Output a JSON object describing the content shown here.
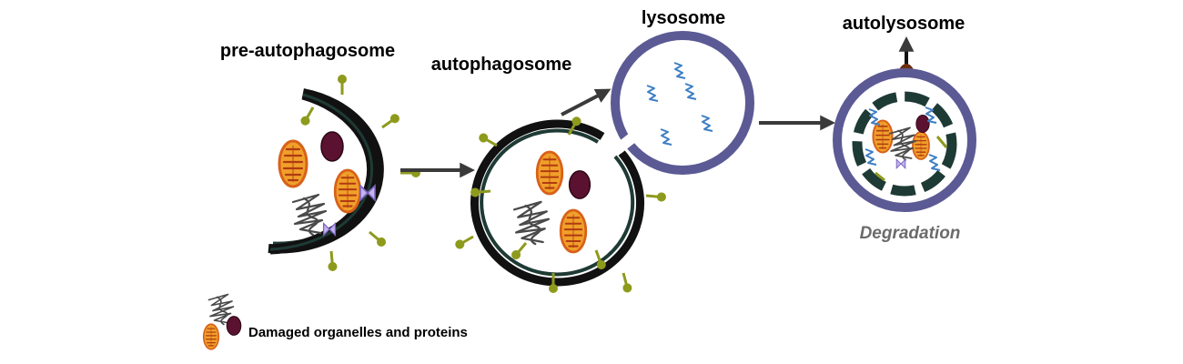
{
  "stages": {
    "pre_autophagosome": "pre-autophagosome",
    "autophagosome": "autophagosome",
    "lysosome": "lysosome",
    "autolysosome": "autolysosome"
  },
  "caption": "Degradation",
  "legend": {
    "label": "Damaged organelles and proteins"
  },
  "colors": {
    "membrane_dark": "#111111",
    "membrane_teal": "#1e3a34",
    "lysosome_ring": "#5c5a94",
    "mitochondrion_fill": "#f0a02a",
    "mitochondrion_outline": "#d8611a",
    "mitochondrion_cristae": "#b03a12",
    "vesicle": "#5a1230",
    "receptor": "#8e9a1c",
    "protein_scribble": "#555555",
    "enzyme_squiggle": "#3d7fc4",
    "fragment": "#8f78c9",
    "arrow": "#3a3a3a",
    "product": "#6b2f0e",
    "caption": "#6b6b6b"
  }
}
